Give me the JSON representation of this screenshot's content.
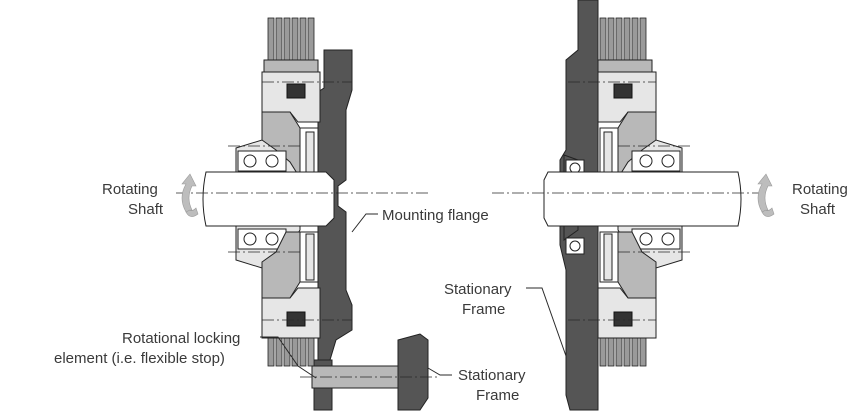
{
  "labels": {
    "rotating_shaft_left_1": "Rotating",
    "rotating_shaft_left_2": "Shaft",
    "rotating_shaft_right_1": "Rotating",
    "rotating_shaft_right_2": "Shaft",
    "mounting_flange": "Mounting flange",
    "locking_element_1": "Rotational locking",
    "locking_element_2": "element (i.e. flexible stop)",
    "stationary_frame_bottom_1": "Stationary",
    "stationary_frame_bottom_2": "Frame",
    "stationary_frame_right_1": "Stationary",
    "stationary_frame_right_2": "Frame"
  }
}
